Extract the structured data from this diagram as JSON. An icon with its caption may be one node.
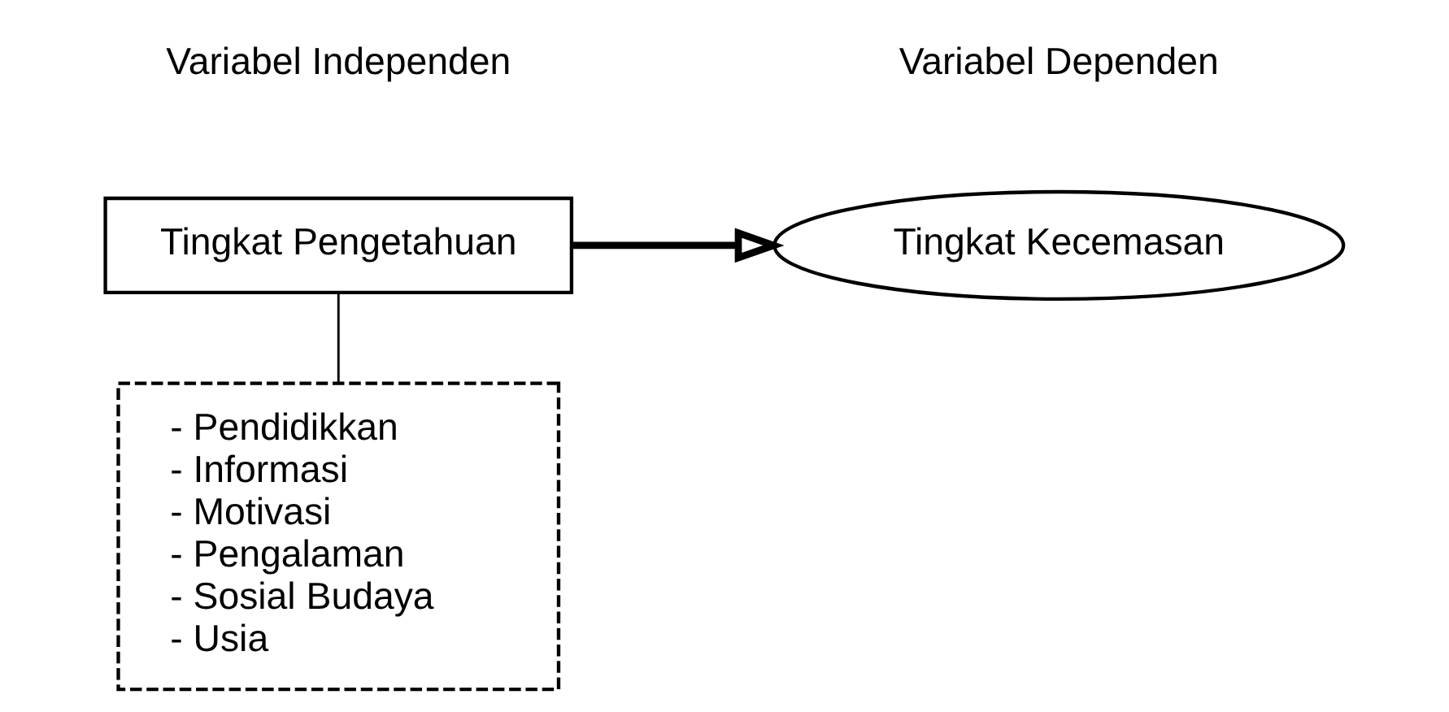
{
  "diagram": {
    "nodes": [
      {
        "text": [
          "Tingkat Pengetahuan"
        ]
      },
      {
        "text": [
          "Tingkat Kecemasan"
        ]
      },
      {
        "text": [
          "- Pendidikkan",
          "- Informasi",
          "- Motivasi",
          "- Pengalaman",
          "- Sosial Budaya",
          "- Usia"
        ]
      }
    ],
    "edges": [
      {
        "from": 0,
        "to": 1,
        "arrow": "to",
        "style": "thick"
      },
      {
        "from": 0,
        "to": 2,
        "arrow": "none"
      }
    ],
    "labels": [
      "Variabel Independen",
      "Variabel Dependen"
    ]
  }
}
